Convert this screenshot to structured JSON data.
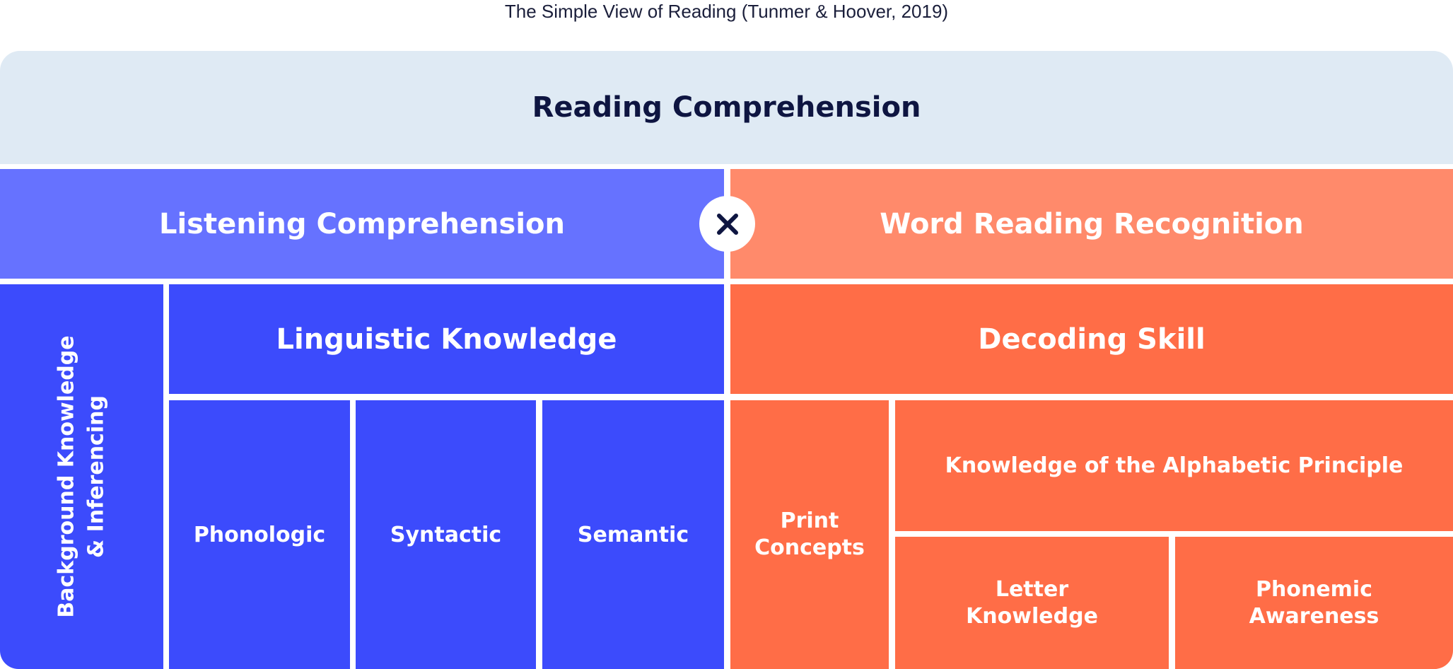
{
  "caption": "The Simple View of Reading (Tunmer & Hoover, 2019)",
  "reading_comprehension": "Reading Comprehension",
  "listening_comprehension": "Listening Comprehension",
  "word_reading_recognition": "Word Reading Recognition",
  "operator_icon": "multiply-icon",
  "background_knowledge": "Background Knowledge\n& Inferencing",
  "linguistic_knowledge": "Linguistic Knowledge",
  "phonologic": "Phonologic",
  "syntactic": "Syntactic",
  "semantic": "Semantic",
  "decoding_skill": "Decoding Skill",
  "print_concepts": "Print\nConcepts",
  "alphabetic_principle": "Knowledge of the Alphabetic Principle",
  "letter_knowledge": "Letter\nKnowledge",
  "phonemic_awareness": "Phonemic\nAwareness",
  "colors": {
    "top": "#dfeaf4",
    "top_text": "#0e1541",
    "listening": "#6672ff",
    "linguistic": "#3c4bfc",
    "word_reading": "#ff8a6b",
    "decoding": "#ff6d47"
  }
}
